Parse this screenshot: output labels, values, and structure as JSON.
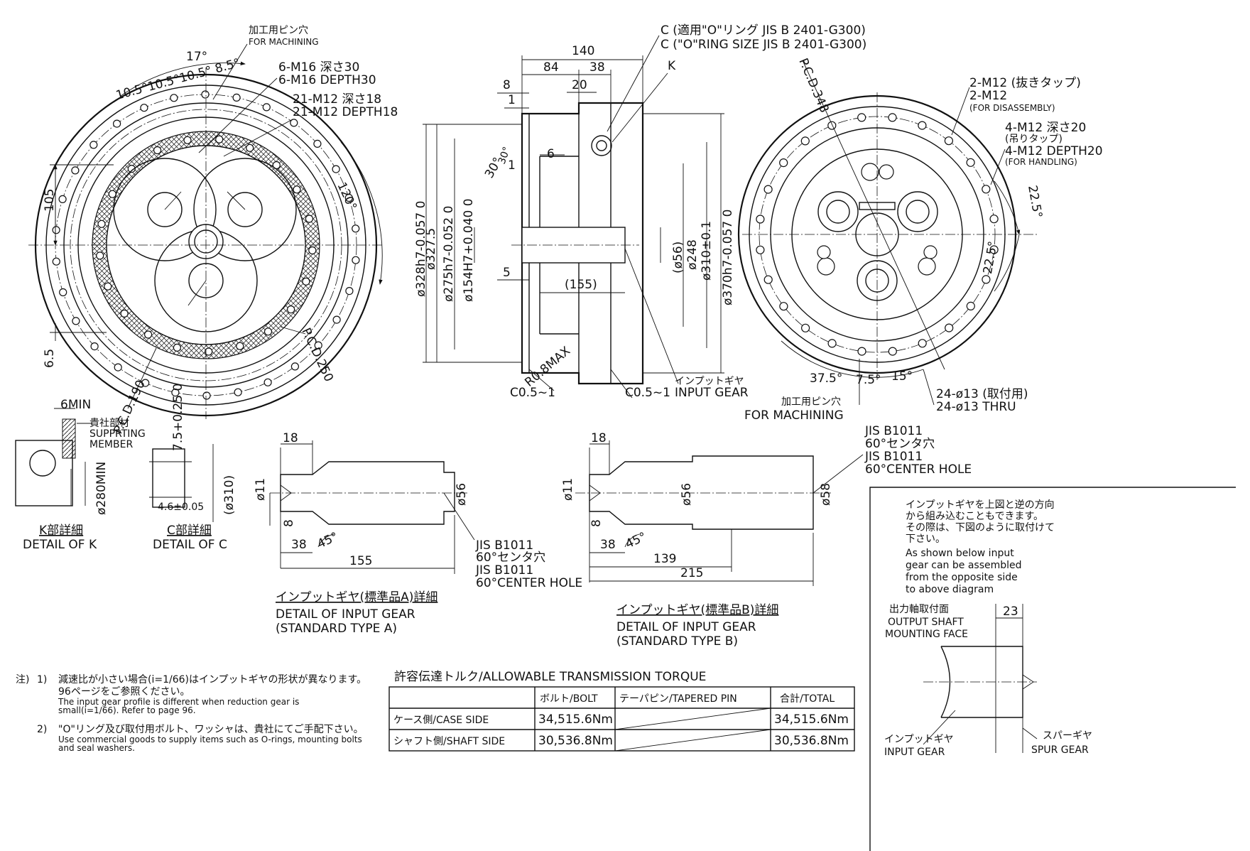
{
  "left_view": {
    "machining_hole_jp": "加工用ピン穴",
    "machining_hole_en": "FOR MACHINING",
    "angle_17": "17°",
    "angles_row": "10.5°10.5°10.5° 8.5°",
    "m16_jp": "6-M16 深さ30",
    "m16_en": "6-M16 DEPTH30",
    "m12_jp": "21-M12 深さ18",
    "m12_en": "21-M12 DEPTH18",
    "angle_120": "120°",
    "dim_105": "105",
    "dim_6_5": "6.5",
    "pcd190": "P.C.D.190",
    "pcd250": "P.C.D.250"
  },
  "section_view": {
    "dim_140": "140",
    "dim_84": "84",
    "dim_38": "38",
    "dim_20": "20",
    "dim_8": "8",
    "dim_1a": "1",
    "dim_6": "6",
    "dim_1b": "1",
    "angle_30": "30°",
    "angle_30b": "30°",
    "dim_5": "5",
    "dim_155": "(155)",
    "d328": "ø328h7-0.057 0",
    "d327_5": "ø327.5",
    "d275": "ø275h7-0.052 0",
    "d154": "ø154H7+0.040 0",
    "d56": "(ø56)",
    "d248": "ø248",
    "d310": "ø310±0.1",
    "d370": "ø370h7-0.057 0",
    "oring_jp": "C (適用\"O\"リング JIS B 2401-G300)",
    "oring_en": "C (\"O\"RING SIZE JIS B 2401-G300)",
    "k_label": "K",
    "r0_8": "R0.8MAX",
    "c05_left": "C0.5~1",
    "c05_right": "C0.5~1",
    "input_gear_jp": "インプットギヤ",
    "input_gear_en": "INPUT GEAR"
  },
  "right_view": {
    "pcd348": "P.C.D.348",
    "m12_dis_jp": "2-M12 (抜きタップ)",
    "m12_dis_en": "2-M12",
    "m12_dis_note": "(FOR DISASSEMBLY)",
    "m12_hand_jp": "4-M12 深さ20",
    "m12_hand_jp2": "(吊りタップ)",
    "m12_hand_en": "4-M12 DEPTH20",
    "m12_hand_note": "(FOR HANDLING)",
    "angle_22_5a": "22.5°",
    "angle_22_5b": "22.5°",
    "angle_37_5": "37.5°",
    "angle_7_5": "7.5°",
    "angle_15": "15°",
    "thru_jp": "24-ø13 (取付用)",
    "thru_en": "24-ø13 THRU",
    "machining_jp": "加工用ピン穴",
    "machining_en": "FOR MACHINING"
  },
  "detail_k": {
    "dim_6min": "6MIN",
    "member_jp": "貴社部材",
    "member_en1": "SUPPRTING",
    "member_en2": "MEMBER",
    "d280": "ø280MIN",
    "title_jp": "K部詳細",
    "title_en": "DETAIL OF K"
  },
  "detail_c": {
    "dim_7_5": "7.5+0.25 0",
    "d310": "(ø310)",
    "dim_4_6": "4.6±0.05",
    "title_jp": "C部詳細",
    "title_en": "DETAIL OF C"
  },
  "gear_a": {
    "dim_18": "18",
    "d11": "ø11",
    "dim_8": "8",
    "dim_38": "38",
    "angle_45": "45°",
    "d56": "ø56",
    "dim_155": "155",
    "jis1": "JIS B1011",
    "jis1_jp": "60°センタ穴",
    "jis2": "JIS B1011",
    "jis2_en": "60°CENTER HOLE",
    "title_jp": "インプットギヤ(標準品A)詳細",
    "title_en1": "DETAIL OF INPUT GEAR",
    "title_en2": "(STANDARD TYPE A)"
  },
  "gear_b": {
    "dim_18": "18",
    "d11": "ø11",
    "dim_8": "8",
    "dim_38": "38",
    "angle_45": "45°",
    "d56": "ø56",
    "d58": "ø58",
    "dim_139": "139",
    "dim_215": "215",
    "jis1": "JIS B1011",
    "jis1_jp": "60°センタ穴",
    "jis2": "JIS B1011",
    "jis2_en": "60°CENTER HOLE",
    "title_jp": "インプットギヤ(標準品B)詳細",
    "title_en1": "DETAIL OF INPUT GEAR",
    "title_en2": "(STANDARD TYPE B)"
  },
  "notes": {
    "prefix": "注)",
    "n1_num": "1)",
    "n1_jp1": "減速比が小さい場合(i=1/66)はインプットギヤの形状が異なります。",
    "n1_jp2": "96ページをご参照ください。",
    "n1_en1": "The input gear profile is different when reduction gear is",
    "n1_en2": "small(i=1/66). Refer to page 96.",
    "n2_num": "2)",
    "n2_jp": "\"O\"リング及び取付用ボルト、ワッシャは、貴社にてご手配下さい。",
    "n2_en1": "Use commercial goods to supply items such as O-rings, mounting bolts",
    "n2_en2": "and seal washers."
  },
  "torque_table": {
    "title": "許容伝達トルク/ALLOWABLE TRANSMISSION TORQUE",
    "headers": [
      "",
      "ボルト/BOLT",
      "テーパピン/TAPERED PIN",
      "合計/TOTAL"
    ],
    "rows": [
      {
        "label": "ケース側/CASE SIDE",
        "bolt": "34,515.6Nm",
        "pin": "",
        "total": "34,515.6Nm"
      },
      {
        "label": "シャフト側/SHAFT SIDE",
        "bolt": "30,536.8Nm",
        "pin": "",
        "total": "30,536.8Nm"
      }
    ]
  },
  "side_note": {
    "jp1": "インプットギヤを上図と逆の方向",
    "jp2": "から組み込むこともできます。",
    "jp3": "その際は、下図のように取付けて",
    "jp4": "下さい。",
    "en1": "As shown below input",
    "en2": "gear can be assembled",
    "en3": "from the opposite side",
    "en4": "to above diagram",
    "face_jp": "出力軸取付面",
    "face_en1": "OUTPUT SHAFT",
    "face_en2": "MOUNTING FACE",
    "dim_23": "23",
    "input_jp": "インプットギヤ",
    "input_en": "INPUT GEAR",
    "spur_jp": "スパーギヤ",
    "spur_en": "SPUR GEAR"
  }
}
